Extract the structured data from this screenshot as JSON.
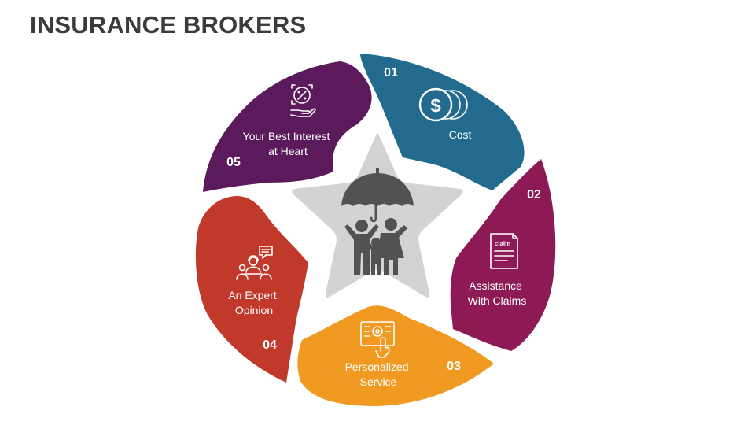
{
  "title": "INSURANCE BROKERS",
  "colors": {
    "cost": "#236b8e",
    "claims": "#8d1a55",
    "personalized": "#f09a22",
    "expert": "#c0392b",
    "best_interest": "#5a1a5b",
    "star": "#d3d3d3",
    "center_icon": "#525252"
  },
  "center_icon": "umbrella-family-icon",
  "segments": [
    {
      "number": "01",
      "label_lines": [
        "Cost"
      ],
      "icon": "dollar-coins-icon"
    },
    {
      "number": "02",
      "label_lines": [
        "Assistance",
        "With Claims"
      ],
      "icon": "claim-document-icon"
    },
    {
      "number": "03",
      "label_lines": [
        "Personalized",
        "Service"
      ],
      "icon": "touch-screen-settings-icon"
    },
    {
      "number": "04",
      "label_lines": [
        "An Expert",
        "Opinion"
      ],
      "icon": "consultation-people-icon"
    },
    {
      "number": "05",
      "label_lines": [
        "Your Best Interest",
        "at Heart"
      ],
      "icon": "percent-hand-icon"
    }
  ]
}
